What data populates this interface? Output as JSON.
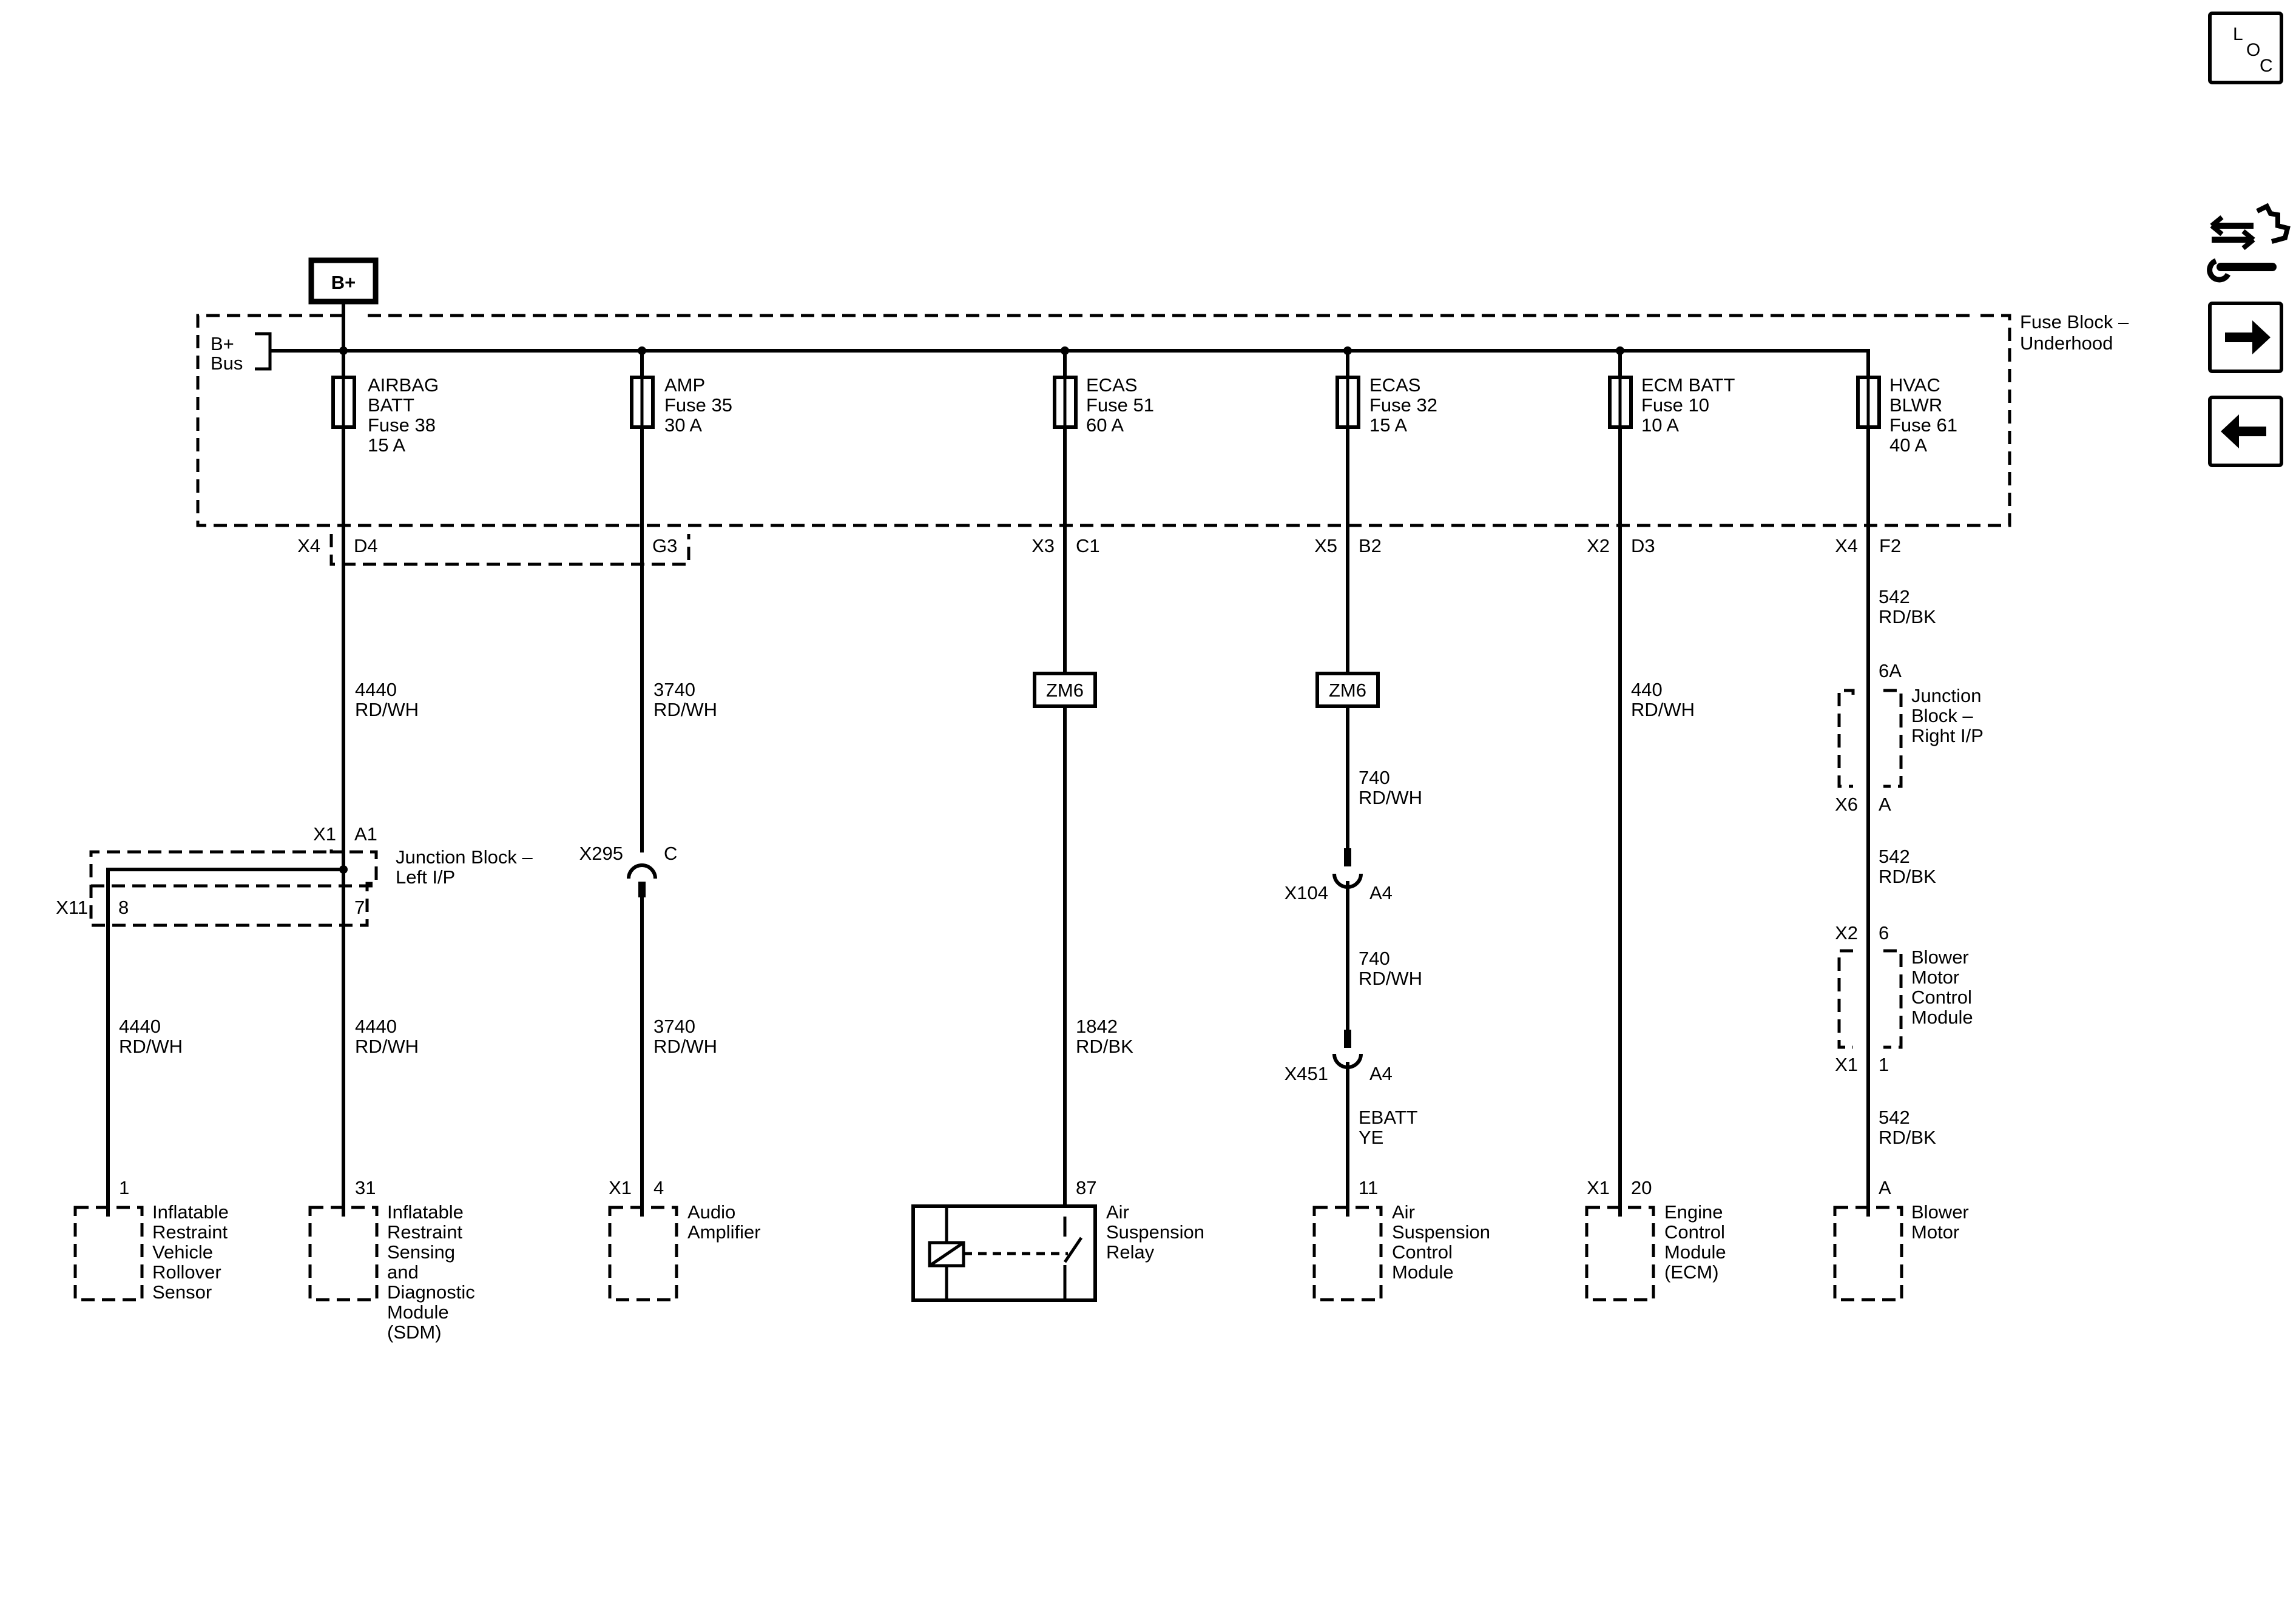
{
  "power": {
    "label": "B+"
  },
  "bus": {
    "line1": "B+",
    "line2": "Bus"
  },
  "fuse_block": {
    "line1": "Fuse Block –",
    "line2": "Underhood"
  },
  "fuses": [
    {
      "lines": [
        "AIRBAG",
        "BATT",
        "Fuse 38",
        "15 A"
      ]
    },
    {
      "lines": [
        "AMP",
        "Fuse 35",
        "30 A"
      ]
    },
    {
      "lines": [
        "ECAS",
        "Fuse 51",
        "60 A"
      ]
    },
    {
      "lines": [
        "ECAS",
        "Fuse 32",
        "15 A"
      ]
    },
    {
      "lines": [
        "ECM BATT",
        "Fuse 10",
        "10 A"
      ]
    },
    {
      "lines": [
        "HVAC",
        "BLWR",
        "Fuse 61",
        "40 A"
      ]
    }
  ],
  "fuse_block_connectors": [
    {
      "connector": "X4",
      "pin": "D4"
    },
    {
      "connector": "",
      "pin": "G3"
    },
    {
      "connector": "X3",
      "pin": "C1"
    },
    {
      "connector": "X5",
      "pin": "B2"
    },
    {
      "connector": "X2",
      "pin": "D3"
    },
    {
      "connector": "X4",
      "pin": "F2"
    }
  ],
  "wires": [
    {
      "circuit": "4440",
      "color": "RD/WH"
    },
    {
      "circuit": "3740",
      "color": "RD/WH"
    },
    {
      "circuit": "440",
      "color": "RD/WH"
    },
    {
      "circuit": "542",
      "color": "RD/BK"
    },
    {
      "circuit": "740",
      "color": "RD/WH"
    },
    {
      "circuit": "542",
      "color": "RD/BK"
    },
    {
      "circuit": "4440",
      "color": "RD/WH"
    },
    {
      "circuit": "4440",
      "color": "RD/WH"
    },
    {
      "circuit": "3740",
      "color": "RD/WH"
    },
    {
      "circuit": "1842",
      "color": "RD/BK"
    },
    {
      "circuit": "740",
      "color": "RD/WH"
    },
    {
      "circuit": "EBATT",
      "color": "YE"
    },
    {
      "circuit": "542",
      "color": "RD/BK"
    }
  ],
  "splice_packs": [
    {
      "label": "ZM6"
    },
    {
      "label": "ZM6"
    }
  ],
  "junction_block_left": {
    "name_line1": "Junction Block –",
    "name_line2": "Left I/P",
    "conn_top": "X1",
    "pin_top": "A1",
    "conn_bottom": "X11",
    "pin_bottom_left": "8",
    "pin_bottom_right": "7"
  },
  "junction_block_right": {
    "name_lines": [
      "Junction",
      "Block –",
      "Right I/P"
    ],
    "pin_top": "6A",
    "conn_bottom": "X6",
    "pin_bottom": "A"
  },
  "blower_control": {
    "name_lines": [
      "Blower",
      "Motor",
      "Control",
      "Module"
    ],
    "conn_top": "X2",
    "pin_top": "6",
    "conn_bottom": "X1",
    "pin_bottom": "1"
  },
  "inline_connectors": [
    {
      "connector": "X295",
      "pin": "C"
    },
    {
      "connector": "X104",
      "pin": "A4"
    },
    {
      "connector": "X451",
      "pin": "A4"
    }
  ],
  "components": [
    {
      "connector": "",
      "pin": "1",
      "name_lines": [
        "Inflatable",
        "Restraint",
        "Vehicle",
        "Rollover",
        "Sensor"
      ]
    },
    {
      "connector": "",
      "pin": "31",
      "name_lines": [
        "Inflatable",
        "Restraint",
        "Sensing",
        "and",
        "Diagnostic",
        "Module",
        "(SDM)"
      ]
    },
    {
      "connector": "X1",
      "pin": "4",
      "name_lines": [
        "Audio",
        "Amplifier"
      ]
    },
    {
      "connector": "",
      "pin": "87",
      "name_lines": [
        "Air",
        "Suspension",
        "Relay"
      ]
    },
    {
      "connector": "",
      "pin": "11",
      "name_lines": [
        "Air",
        "Suspension",
        "Control",
        "Module"
      ]
    },
    {
      "connector": "X1",
      "pin": "20",
      "name_lines": [
        "Engine",
        "Control",
        "Module",
        "(ECM)"
      ]
    },
    {
      "connector": "",
      "pin": "A",
      "name_lines": [
        "Blower",
        "Motor"
      ]
    }
  ],
  "side_nav": {
    "loc_l": "L",
    "loc_o": "O",
    "loc_c": "C",
    "icons": [
      "loc-icon",
      "service-wrench-icon",
      "arrow-right-icon",
      "arrow-left-icon"
    ]
  }
}
